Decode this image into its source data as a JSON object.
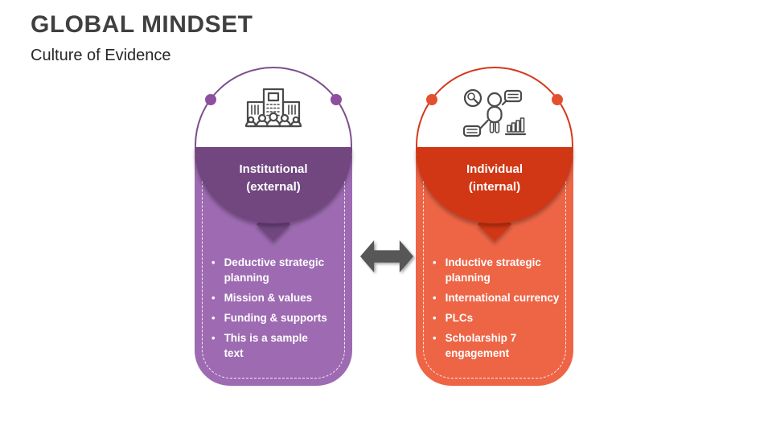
{
  "slide": {
    "title": "GLOBAL MINDSET",
    "subtitle": "Culture of Evidence"
  },
  "theme": {
    "title_color": "#404040",
    "subtitle_color": "#262626",
    "arrow_color": "#575757",
    "icon_stroke": "#4A4A4A",
    "purple_dark": "#724780",
    "purple_body": "#9E6BB3",
    "purple_outline": "#7B4F8E",
    "purple_dot": "#8E4F9E",
    "red_dark": "#D23715",
    "red_body": "#EE6546",
    "red_outline": "#D6381B",
    "red_dot": "#E4502F"
  },
  "arrow": {
    "type": "double-headed-horizontal"
  },
  "cards": [
    {
      "id": "institutional",
      "icon": "institution-building-icon",
      "title_lines": [
        "Institutional",
        "(external)"
      ],
      "bullets": [
        {
          "lines": [
            "Deductive strategic",
            "planning"
          ]
        },
        {
          "lines": [
            "Mission & values"
          ]
        },
        {
          "lines": [
            "Funding & supports"
          ]
        },
        {
          "lines": [
            "This is  a sample",
            "text"
          ]
        }
      ]
    },
    {
      "id": "individual",
      "icon": "individual-analytics-icon",
      "title_lines": [
        "Individual",
        "(internal)"
      ],
      "bullets": [
        {
          "lines": [
            "Inductive strategic",
            "planning"
          ]
        },
        {
          "lines": [
            "International currency"
          ]
        },
        {
          "lines": [
            "PLCs"
          ]
        },
        {
          "lines": [
            "Scholarship 7",
            "engagement"
          ]
        }
      ]
    }
  ]
}
